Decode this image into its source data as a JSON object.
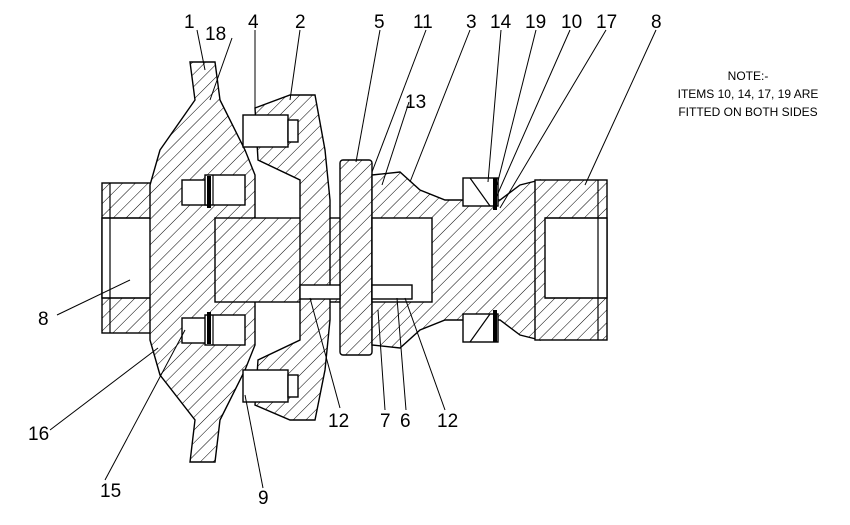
{
  "note": {
    "line1": "NOTE:-",
    "line2": "ITEMS 10, 14, 17, 19 ARE",
    "line3": "FITTED ON BOTH SIDES"
  },
  "callouts": {
    "c1": "1",
    "c18": "18",
    "c4": "4",
    "c2": "2",
    "c5": "5",
    "c11": "11",
    "c3": "3",
    "c14": "14",
    "c19": "19",
    "c10": "10",
    "c17": "17",
    "c8_right": "8",
    "c13": "13",
    "c8_left": "8",
    "c16": "16",
    "c15": "15",
    "c9": "9",
    "c12_left": "12",
    "c7": "7",
    "c6": "6",
    "c12_right": "12"
  }
}
